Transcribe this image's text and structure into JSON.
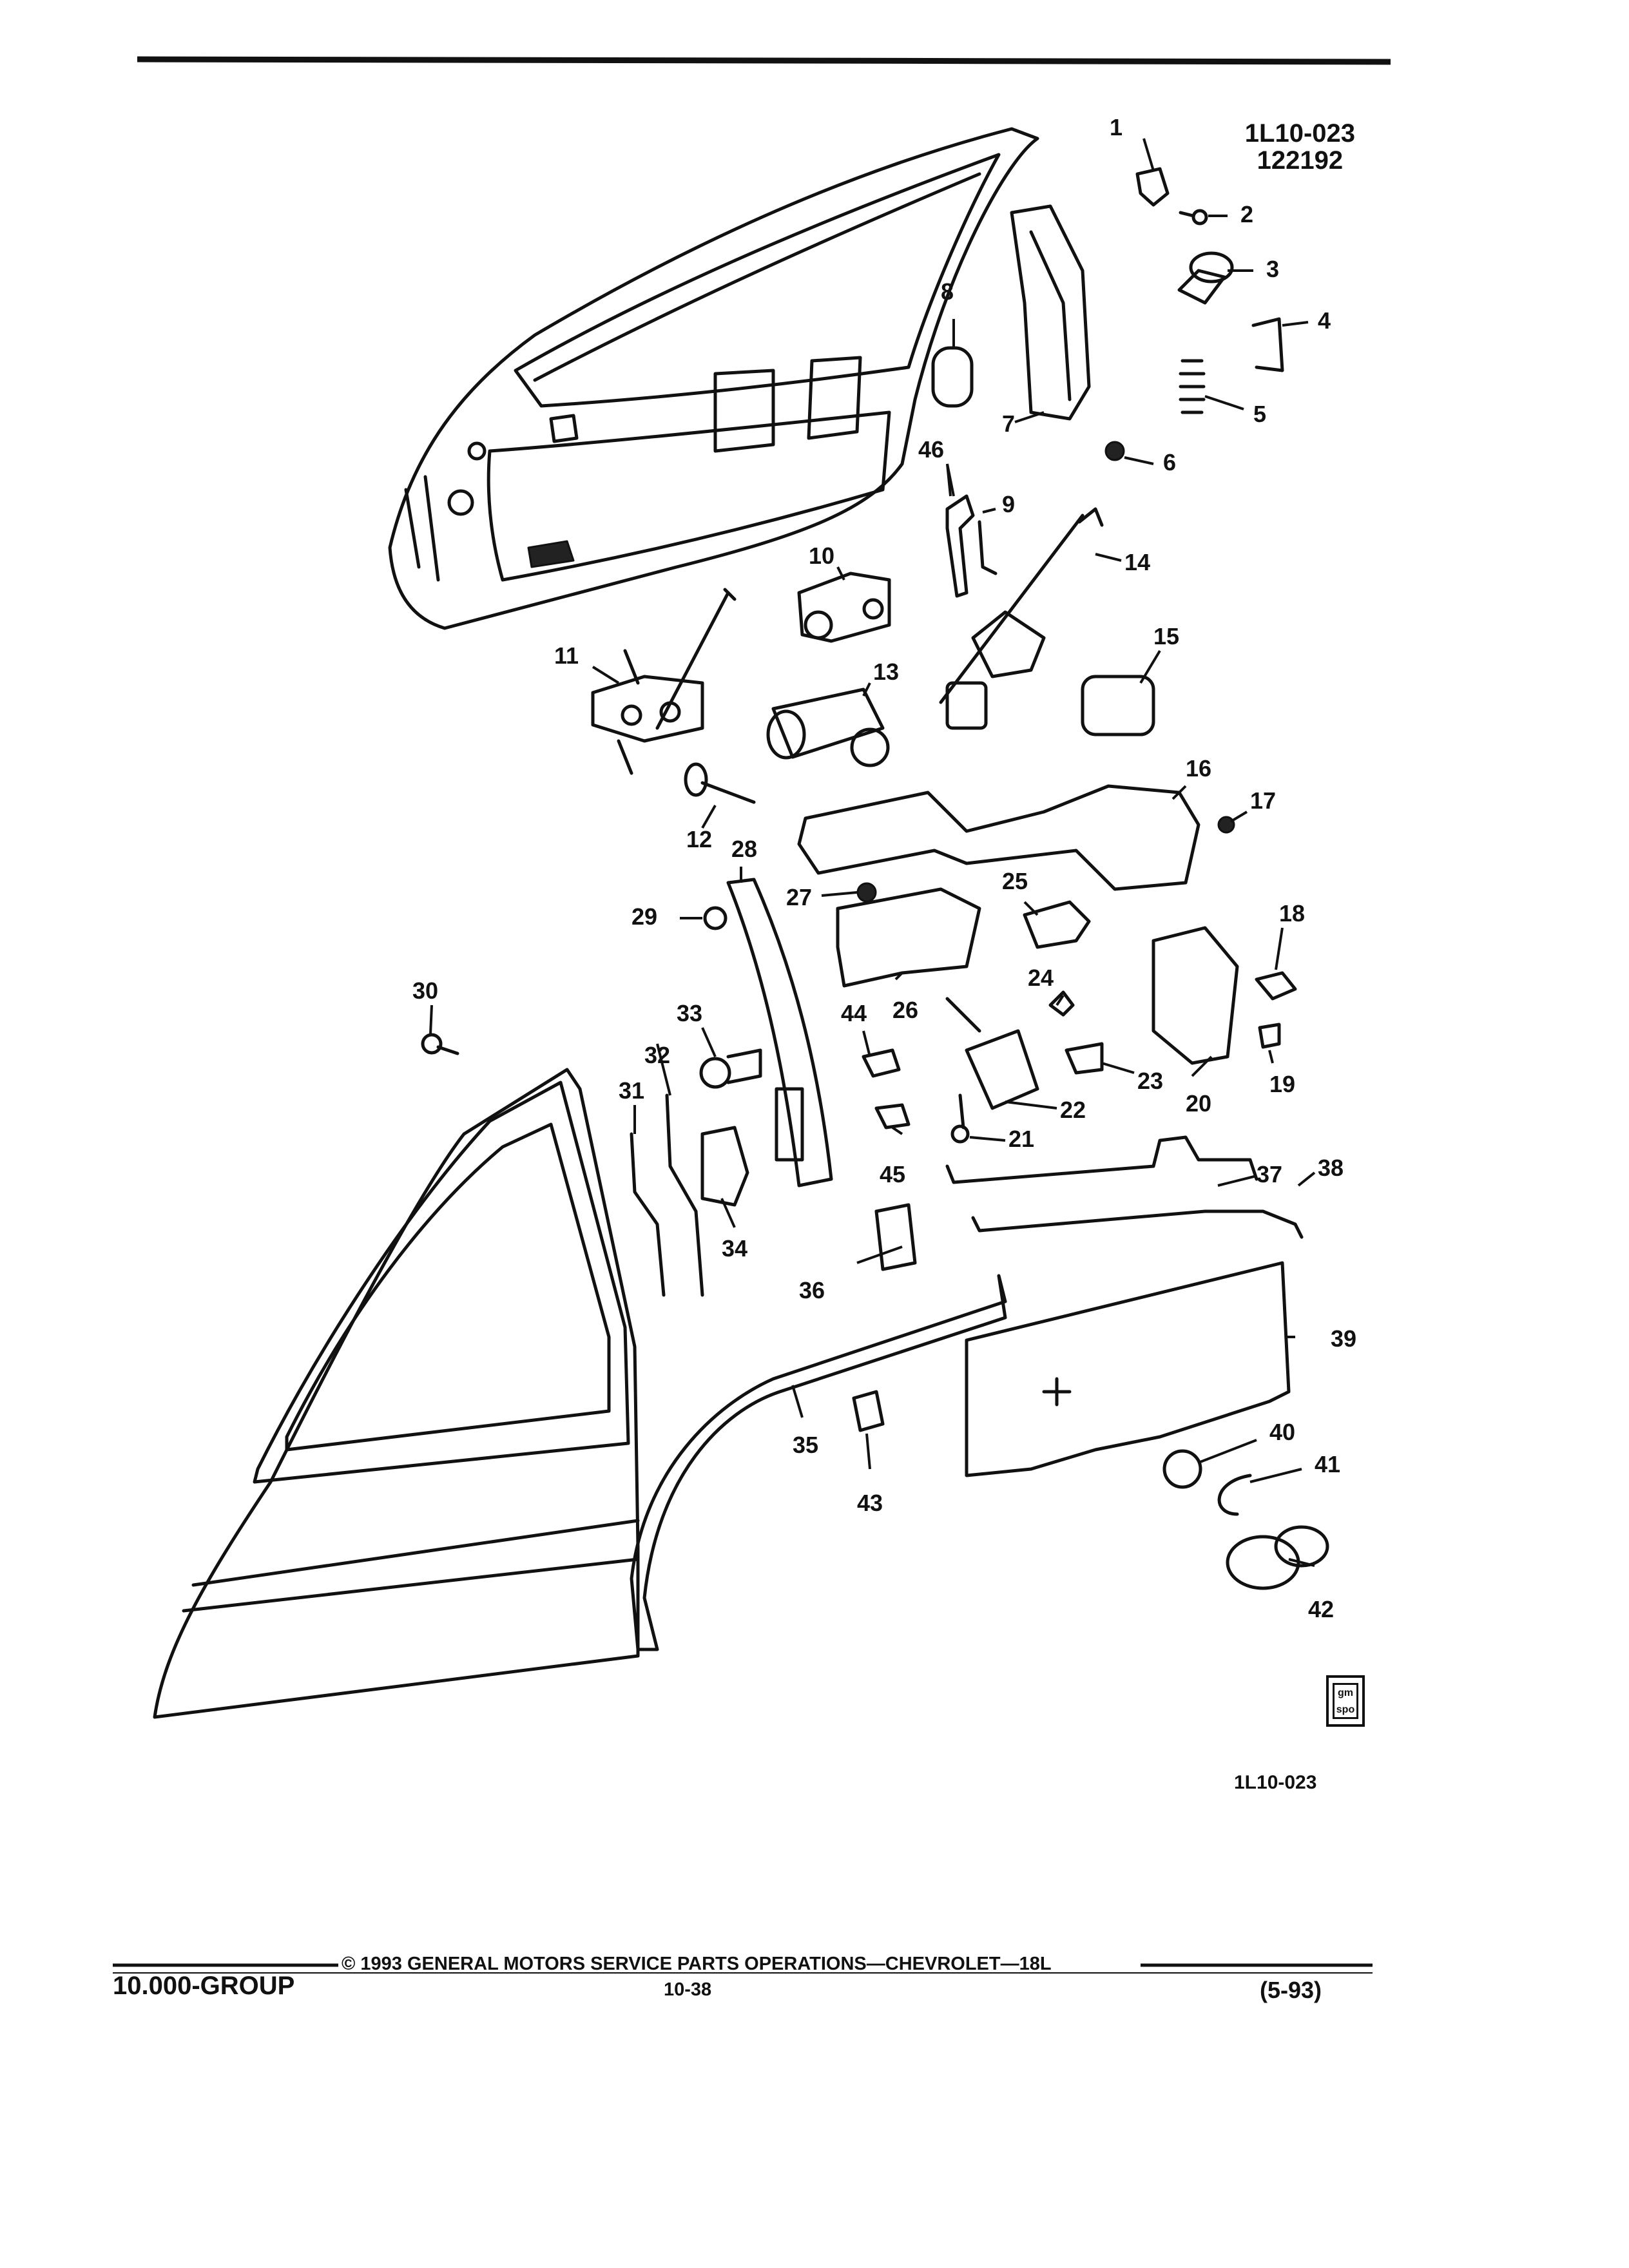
{
  "diagram": {
    "drawing_number": "1L10-023",
    "drawing_date": "122192",
    "bottom_drawing_number": "1L10-023",
    "logo_text": "gm spo",
    "callouts": [
      "1",
      "2",
      "3",
      "4",
      "5",
      "6",
      "7",
      "8",
      "9",
      "10",
      "11",
      "12",
      "13",
      "14",
      "15",
      "16",
      "17",
      "18",
      "19",
      "20",
      "21",
      "22",
      "23",
      "24",
      "25",
      "26",
      "27",
      "28",
      "29",
      "30",
      "31",
      "32",
      "33",
      "34",
      "35",
      "36",
      "37",
      "38",
      "39",
      "40",
      "41",
      "42",
      "43",
      "44",
      "45",
      "46"
    ]
  },
  "footer": {
    "group": "10.000-GROUP",
    "copyright": "© 1993 GENERAL MOTORS SERVICE PARTS OPERATIONS—CHEVROLET—18L",
    "page": "10-38",
    "date": "(5-93)"
  }
}
